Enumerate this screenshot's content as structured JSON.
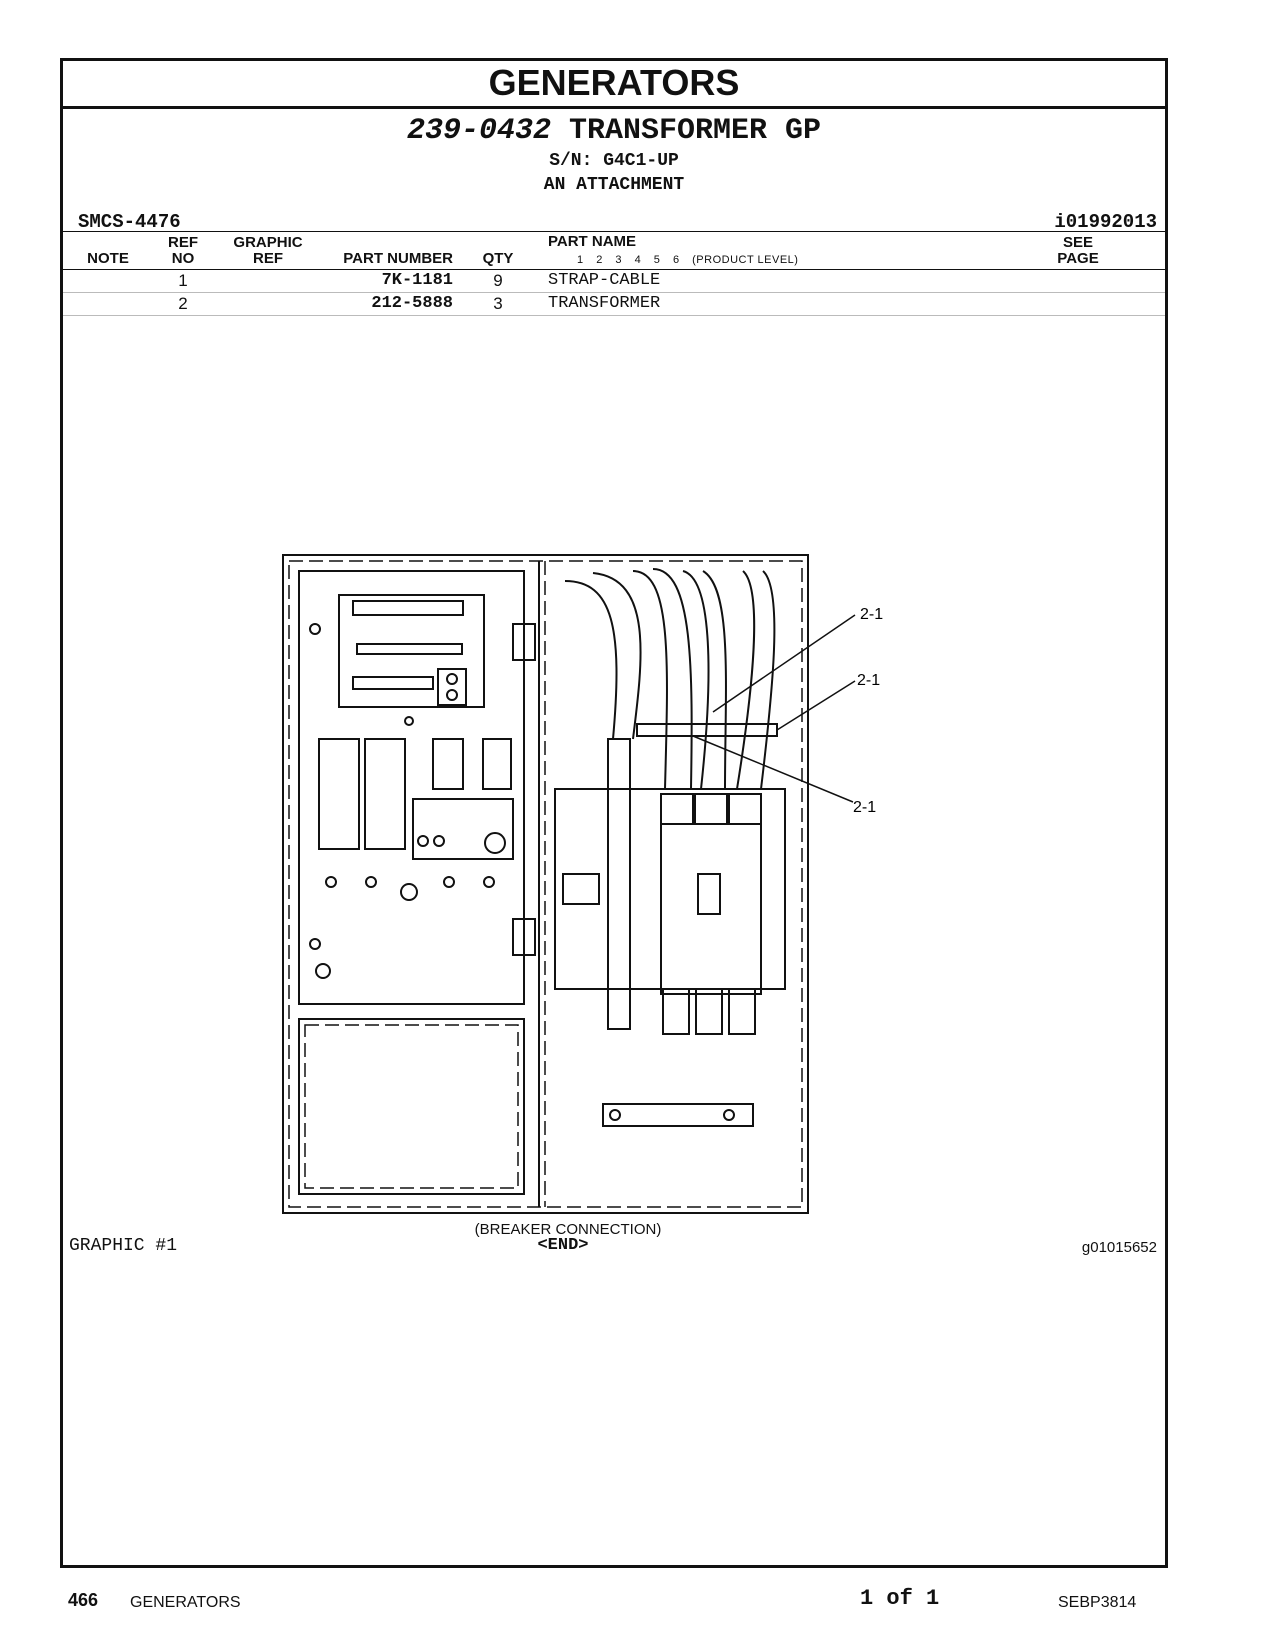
{
  "banner": "GENERATORS",
  "title": {
    "part_number": "239-0432",
    "part_name": "TRANSFORMER GP",
    "serial": "S/N: G4C1-UP",
    "attachment": "AN ATTACHMENT"
  },
  "smcs": "SMCS-4476",
  "doc_id": "i01992013",
  "columns": {
    "note": "NOTE",
    "ref_no": [
      "REF",
      "NO"
    ],
    "graphic_ref": [
      "GRAPHIC",
      "REF"
    ],
    "part_number": "PART NUMBER",
    "qty": "QTY",
    "part_name": "PART NAME",
    "product_levels": [
      "1",
      "2",
      "3",
      "4",
      "5",
      "6"
    ],
    "product_level_label": "(PRODUCT LEVEL)",
    "see_page": [
      "SEE",
      "PAGE"
    ]
  },
  "parts": [
    {
      "ref_no": "1",
      "part_number": "7K-1181",
      "qty": "9",
      "part_name": "STRAP-CABLE"
    },
    {
      "ref_no": "2",
      "part_number": "212-5888",
      "qty": "3",
      "part_name": "TRANSFORMER"
    }
  ],
  "diagram": {
    "callouts": [
      "2-1",
      "2-1",
      "2-1"
    ],
    "caption": "(BREAKER CONNECTION)"
  },
  "graphic_label": "GRAPHIC #1",
  "end_marker": "<END>",
  "graphic_id": "g01015652",
  "footer": {
    "page_number": "466",
    "section": "GENERATORS",
    "page_of": "1 of 1",
    "publication": "SEBP3814"
  }
}
